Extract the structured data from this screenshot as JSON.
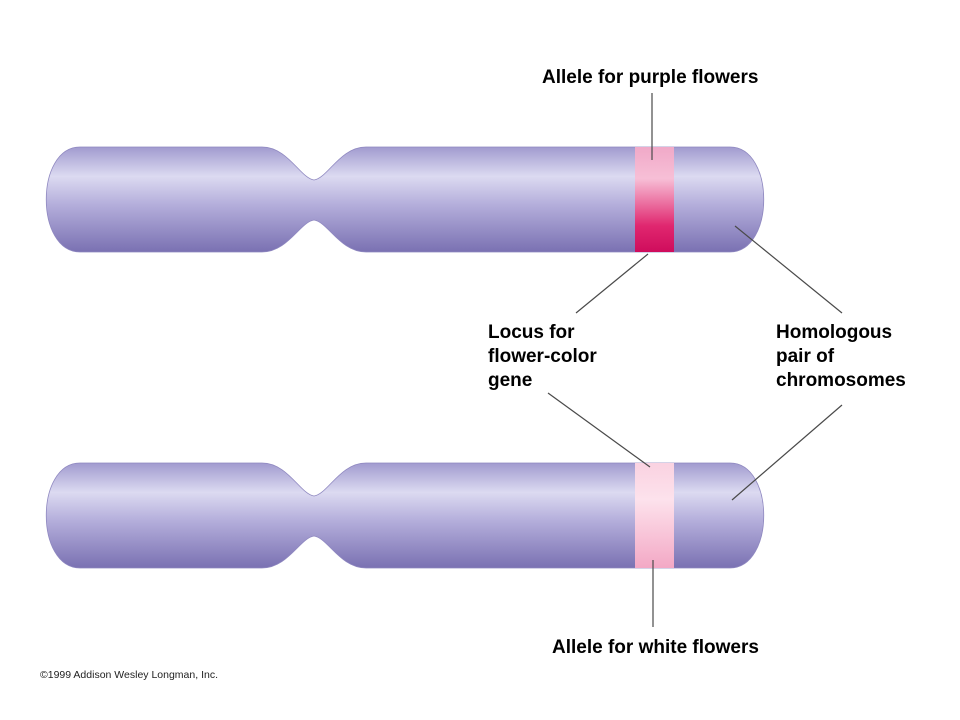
{
  "labels": {
    "purple_allele": "Allele for purple flowers",
    "locus": [
      "Locus for",
      "flower-color",
      "gene"
    ],
    "homologous": [
      "Homologous",
      "pair of",
      "chromosomes"
    ],
    "white_allele": "Allele for white flowers"
  },
  "copyright": "©1999 Addison Wesley Longman, Inc.",
  "colors": {
    "chromosome_light": "#d8d6ee",
    "chromosome_mid": "#a9a3d3",
    "chromosome_dark": "#7f76b6",
    "purple_band_light": "#f2a3c6",
    "purple_band_dark": "#d90f62",
    "white_band_light": "#fcd6e3",
    "white_band_dark": "#f4a6c4",
    "leader_line": "#4a4a4a"
  }
}
